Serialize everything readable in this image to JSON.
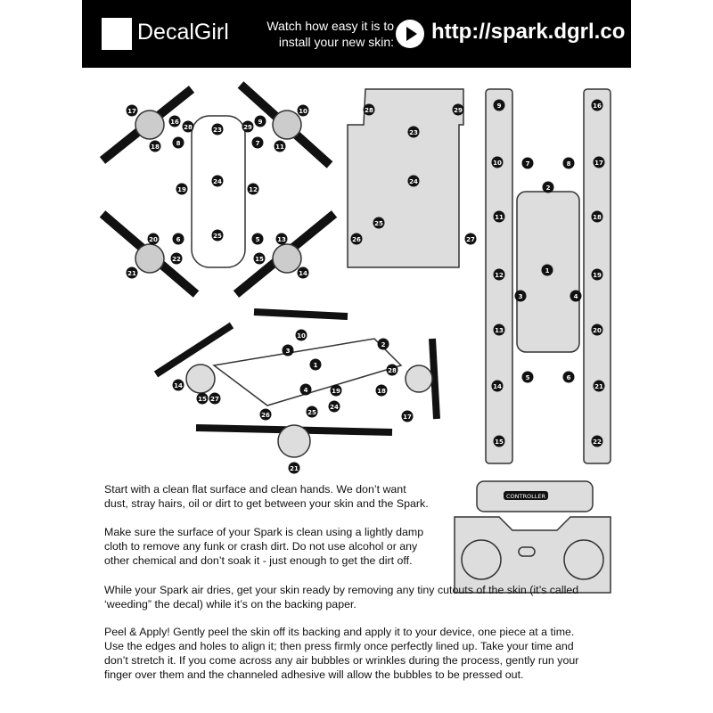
{
  "header": {
    "brand": "DecalGirl",
    "watch_line1": "Watch how easy it is to",
    "watch_line2": "install your new skin:",
    "url": "http://spark.dgrl.co",
    "play_icon": "play-icon"
  },
  "diagrams": {
    "drone_top": [
      "17",
      "16",
      "28",
      "23",
      "29",
      "9",
      "10",
      "18",
      "8",
      "7",
      "11",
      "24",
      "19",
      "12",
      "20",
      "6",
      "25",
      "5",
      "13",
      "22",
      "15",
      "21",
      "14"
    ],
    "body_sheet": [
      "28",
      "29",
      "23",
      "24",
      "25",
      "26",
      "27"
    ],
    "side_sheet": [
      "9",
      "16",
      "10",
      "7",
      "8",
      "17",
      "2",
      "11",
      "18",
      "1",
      "12",
      "3",
      "4",
      "19",
      "13",
      "20",
      "14",
      "5",
      "6",
      "21",
      "15",
      "22"
    ],
    "drone_iso": [
      "10",
      "3",
      "2",
      "1",
      "28",
      "14",
      "4",
      "19",
      "18",
      "15",
      "27",
      "26",
      "25",
      "24",
      "17",
      "21"
    ],
    "controller_label": "CONTROLLER"
  },
  "instructions": [
    [
      "Start with a clean flat surface and clean hands.  We don’t want",
      "dust, stray hairs, oil or dirt to get between your skin and the Spark."
    ],
    [
      "Make sure the surface of your Spark is clean using a lightly damp",
      "cloth to remove any funk or crash dirt.  Do not use alcohol or any",
      "other chemical and don’t soak it - just enough to get the dirt off."
    ],
    [
      "While your Spark air dries, get your skin ready by removing any tiny cutouts of the skin (it’s called",
      "‘weeding” the decal) while it’s on the backing paper."
    ],
    [
      "Peel & Apply!  Gently peel the skin off its backing and apply it to your device, one piece at a time.",
      "Use the edges and holes to align it; then press firmly once perfectly lined up.  Take your time and",
      "don’t stretch it.   If you come across any air bubbles or wrinkles during the process, gently run your",
      "finger over them and the channeled adhesive will allow the bubbles to be pressed out."
    ]
  ]
}
